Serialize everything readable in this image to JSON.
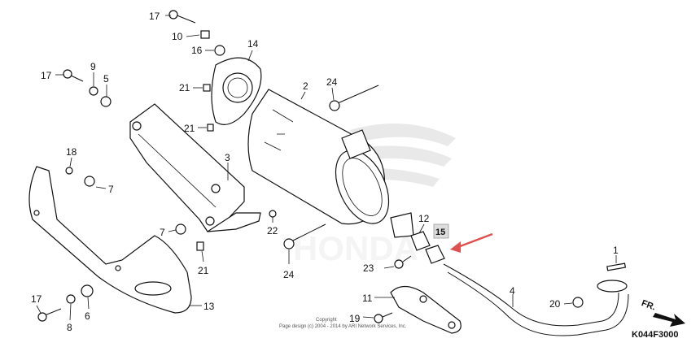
{
  "diagram": {
    "callouts": [
      {
        "id": "c17a",
        "text": "17"
      },
      {
        "id": "c10",
        "text": "10"
      },
      {
        "id": "c16",
        "text": "16"
      },
      {
        "id": "c14",
        "text": "14"
      },
      {
        "id": "c17b",
        "text": "17"
      },
      {
        "id": "c9",
        "text": "9"
      },
      {
        "id": "c5",
        "text": "5"
      },
      {
        "id": "c21a",
        "text": "21"
      },
      {
        "id": "c21b",
        "text": "21"
      },
      {
        "id": "c2",
        "text": "2"
      },
      {
        "id": "c24a",
        "text": "24"
      },
      {
        "id": "c18",
        "text": "18"
      },
      {
        "id": "c3",
        "text": "3"
      },
      {
        "id": "c7a",
        "text": "7"
      },
      {
        "id": "c7b",
        "text": "7"
      },
      {
        "id": "c22",
        "text": "22"
      },
      {
        "id": "c21c",
        "text": "21"
      },
      {
        "id": "c24b",
        "text": "24"
      },
      {
        "id": "c12",
        "text": "12"
      },
      {
        "id": "c15",
        "text": "15"
      },
      {
        "id": "c23",
        "text": "23"
      },
      {
        "id": "c1",
        "text": "1"
      },
      {
        "id": "c17c",
        "text": "17"
      },
      {
        "id": "c6",
        "text": "6"
      },
      {
        "id": "c8",
        "text": "8"
      },
      {
        "id": "c13",
        "text": "13"
      },
      {
        "id": "c11",
        "text": "11"
      },
      {
        "id": "c19",
        "text": "19"
      },
      {
        "id": "c4",
        "text": "4"
      },
      {
        "id": "c20",
        "text": "20"
      }
    ],
    "direction_label": "FR.",
    "reference_code": "K044F3000",
    "copyright_line1": "Copyright",
    "copyright_line2": "Page design (c) 2004 - 2014 by ARI Network Services, Inc.",
    "highlight_color": "#e05050",
    "highlighted_part": "15"
  }
}
